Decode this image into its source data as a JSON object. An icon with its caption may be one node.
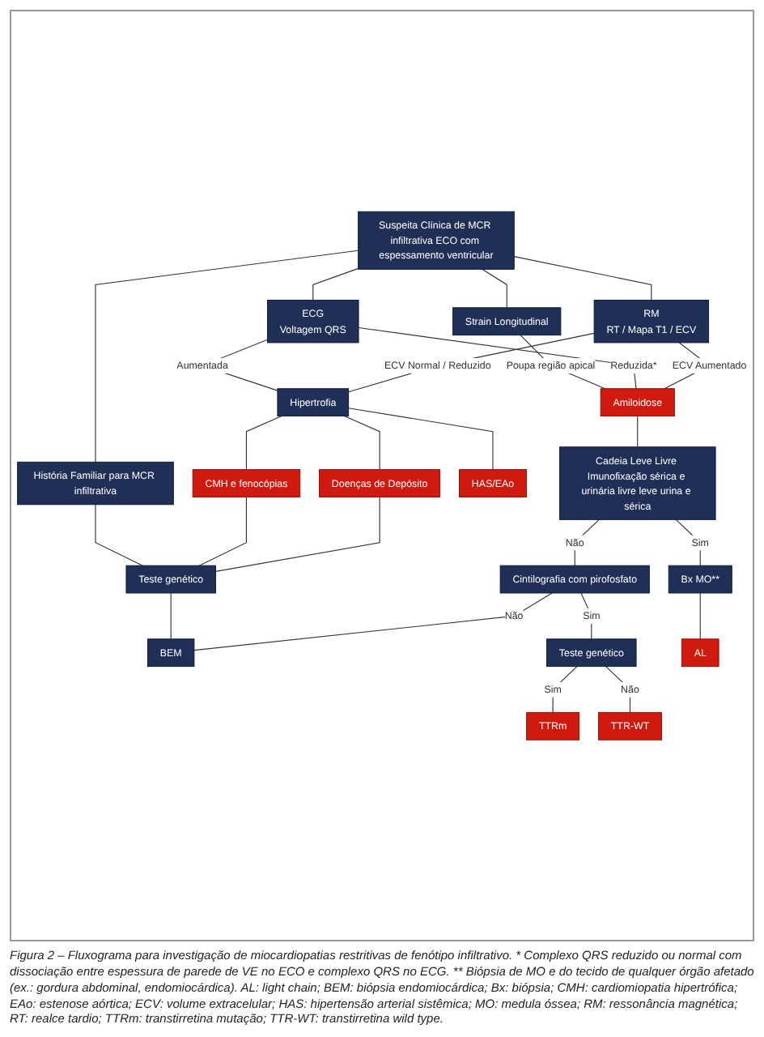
{
  "diagram": {
    "caption": "Figura 2 – Fluxograma para investigação de miocardiopatias restritivas de fenótipo infiltrativo. * Complexo QRS reduzido ou normal com dissociação entre espessura de parede de VE no ECO e complexo QRS no ECG. ** Biópsia de MO e do tecido de qualquer órgão afetado (ex.: gordura abdominal, endomiocárdica). AL: light chain; BEM: biópsia endomiocárdica; Bx: biópsia; CMH: cardiomiopatia hipertrófica; EAo: estenose aórtica; ECV: volume extracelular; HAS: hipertensão arterial sistêmica; MO: medula óssea; RM: ressonância magnética; RT: realce tardio; TTRm: transtirretina mutação; TTR-WT: transtirretina wild type.",
    "nodes": [
      {
        "text": [
          "Suspeita Clínica de MCR infiltrativa ECO com espessamento ventricular"
        ]
      },
      {
        "text": [
          "Strain Longitudinal"
        ]
      },
      {
        "text": [
          "História Familiar para MCR infiltrativa"
        ]
      },
      {
        "text": [
          "ECG",
          "Voltagem QRS"
        ]
      },
      {
        "text": [
          "RM",
          "RT / Mapa T1 / ECV"
        ]
      },
      {
        "text": [
          "Hipertrofia"
        ]
      },
      {
        "text": [
          "Amiloidose"
        ]
      },
      {
        "text": [
          "CMH e fenocópias"
        ]
      },
      {
        "text": [
          "Doenças de Depósito"
        ]
      },
      {
        "text": [
          "HAS/EAo"
        ]
      },
      {
        "text": [
          "Cadeia Leve Livre Imunofixação sérica e urinária livre leve urina e sérica"
        ]
      },
      {
        "text": [
          "Cintilografia com pirofosfato"
        ]
      },
      {
        "text": [
          "Bx MO**"
        ]
      },
      {
        "text": [
          "Teste genético"
        ]
      },
      {
        "text": [
          "BEM"
        ]
      },
      {
        "text": [
          "Teste genético"
        ]
      },
      {
        "text": [
          "AL"
        ]
      },
      {
        "text": [
          "TTRm"
        ]
      },
      {
        "text": [
          "TTR-WT"
        ]
      }
    ],
    "edges": [
      {
        "from": 0,
        "to": 1,
        "arrow": "none"
      },
      {
        "from": 0,
        "to": 2,
        "arrow": "none"
      },
      {
        "from": 0,
        "to": 3,
        "arrow": "none"
      },
      {
        "from": 0,
        "to": 4,
        "arrow": "none"
      },
      {
        "from": 1,
        "to": 6,
        "arrow": "none",
        "label": "Poupa região apical"
      },
      {
        "from": 2,
        "to": 13,
        "arrow": "none"
      },
      {
        "from": 3,
        "to": 5,
        "arrow": "none",
        "label": "Aumentada"
      },
      {
        "from": 3,
        "to": 6,
        "arrow": "none",
        "label": "Reduzida*"
      },
      {
        "from": 4,
        "to": 5,
        "arrow": "none",
        "label": "ECV Normal / Reduzido"
      },
      {
        "from": 4,
        "to": 6,
        "arrow": "none",
        "label": "ECV Aumentado"
      },
      {
        "from": 5,
        "to": 7,
        "arrow": "none"
      },
      {
        "from": 5,
        "to": 8,
        "arrow": "none"
      },
      {
        "from": 5,
        "to": 9,
        "arrow": "none"
      },
      {
        "from": 7,
        "to": 13,
        "arrow": "none"
      },
      {
        "from": 8,
        "to": 13,
        "arrow": "none"
      },
      {
        "from": 6,
        "to": 10,
        "arrow": "none"
      },
      {
        "from": 10,
        "to": 11,
        "arrow": "none",
        "label": "Não"
      },
      {
        "from": 10,
        "to": 12,
        "arrow": "none",
        "label": "Sim"
      },
      {
        "from": 13,
        "to": 14,
        "arrow": "none"
      },
      {
        "from": 11,
        "to": 14,
        "arrow": "none",
        "label": "Não"
      },
      {
        "from": 11,
        "to": 15,
        "arrow": "none",
        "label": "Sim"
      },
      {
        "from": 12,
        "to": 16,
        "arrow": "none"
      },
      {
        "from": 15,
        "to": 17,
        "arrow": "none",
        "label": "Sim"
      },
      {
        "from": 15,
        "to": 18,
        "arrow": "none",
        "label": "Não"
      }
    ]
  }
}
